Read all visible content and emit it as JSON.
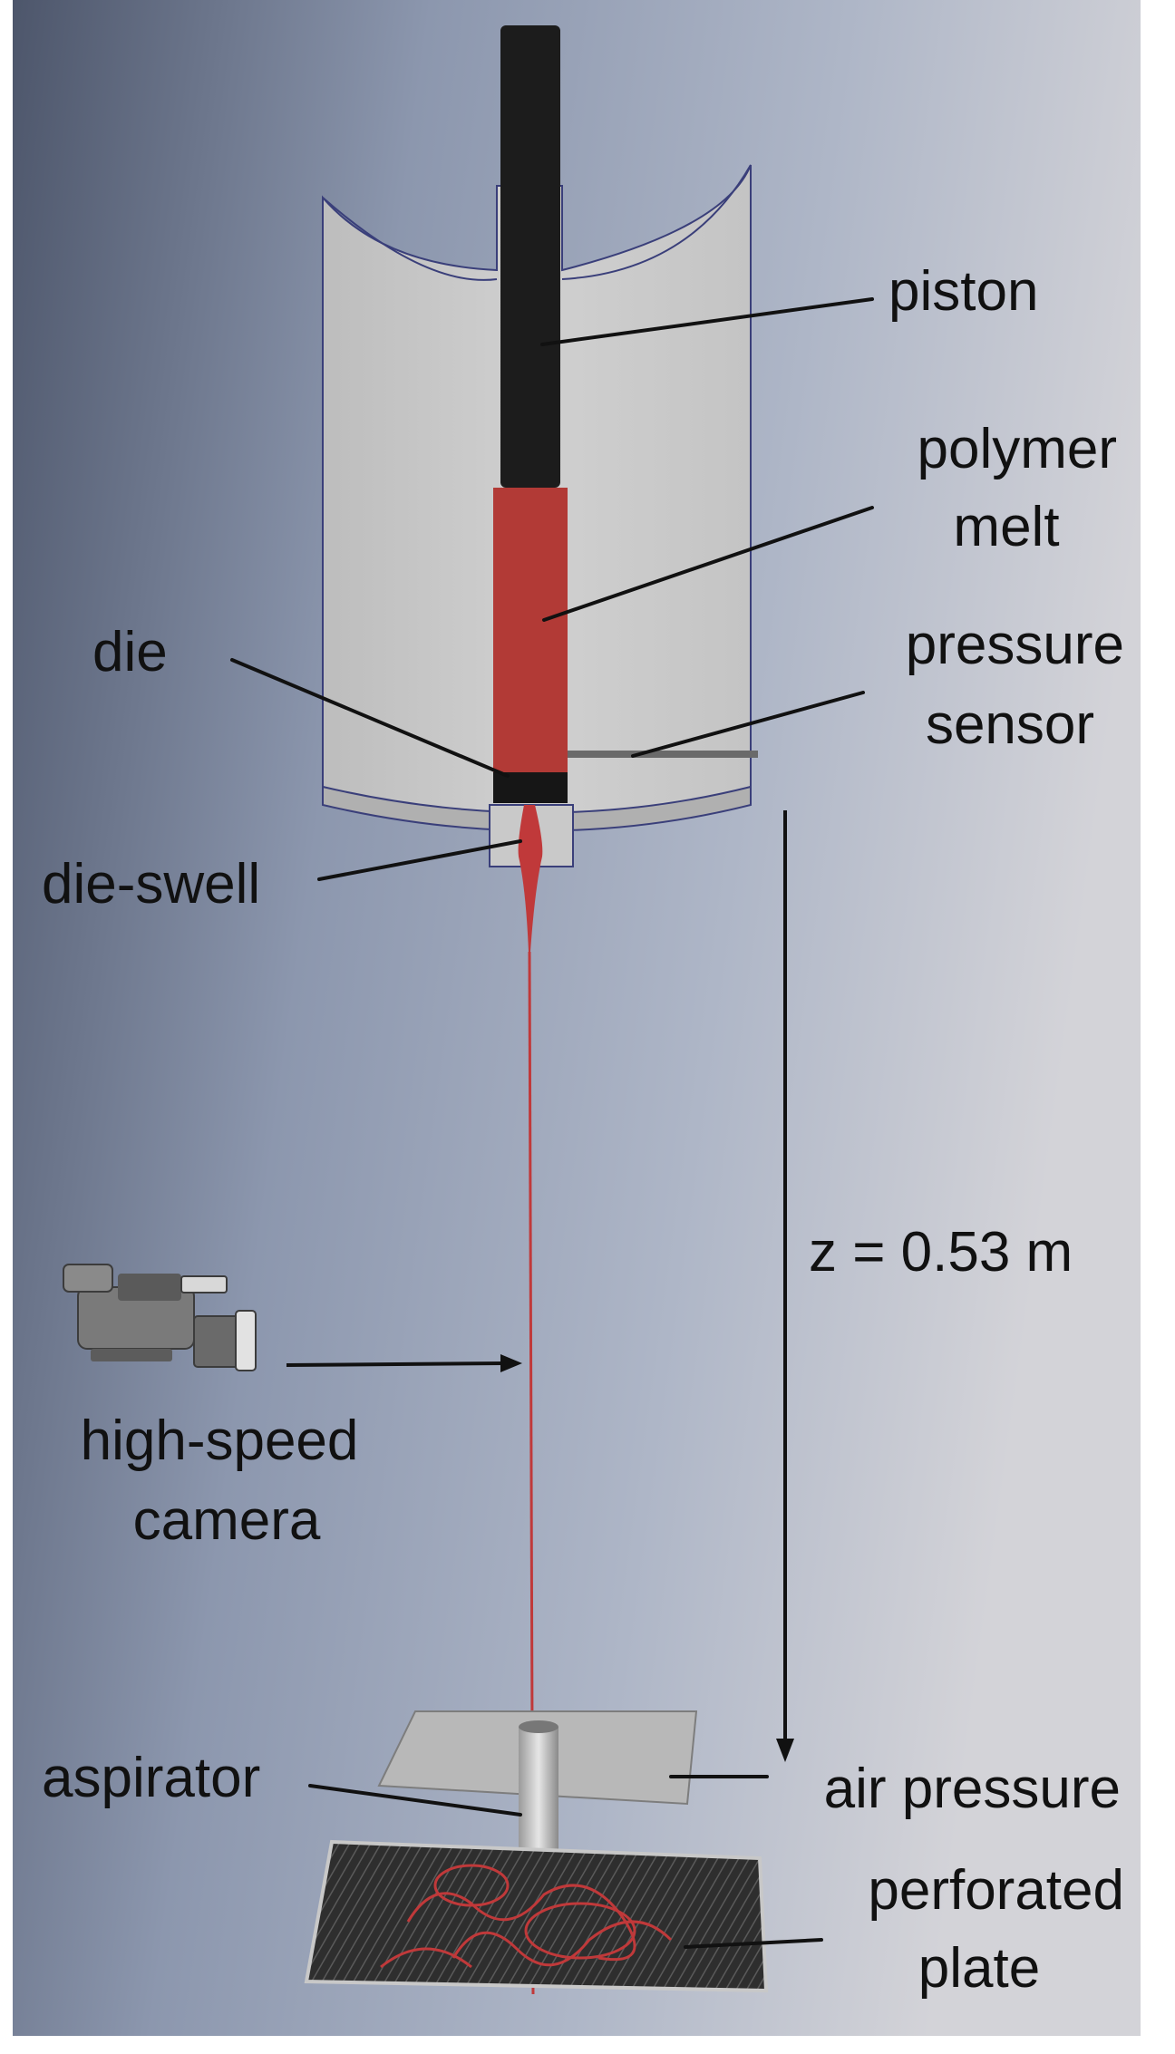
{
  "labels": {
    "piston": "piston",
    "polymer_melt_line1": "polymer",
    "polymer_melt_line2": "melt",
    "pressure_sensor_line1": "pressure",
    "pressure_sensor_line2": "sensor",
    "die": "die",
    "die_swell": "die-swell",
    "distance": "z = 0.53 m",
    "camera_line1": "high-speed",
    "camera_line2": "camera",
    "aspirator": "aspirator",
    "air_pressure": "air pressure",
    "perforated_plate_line1": "perforated",
    "perforated_plate_line2": "plate"
  },
  "colors": {
    "background_dark": "#5a6478",
    "background_mid": "#a3adc2",
    "background_light": "#cfd0d6",
    "barrel": "#c8c8c8",
    "piston": "#1c1c1c",
    "polymer_melt": "#b23a36",
    "filament": "#c0393a",
    "plate": "#2e2e2e"
  },
  "icons": {
    "camera": "video-camera-icon"
  }
}
